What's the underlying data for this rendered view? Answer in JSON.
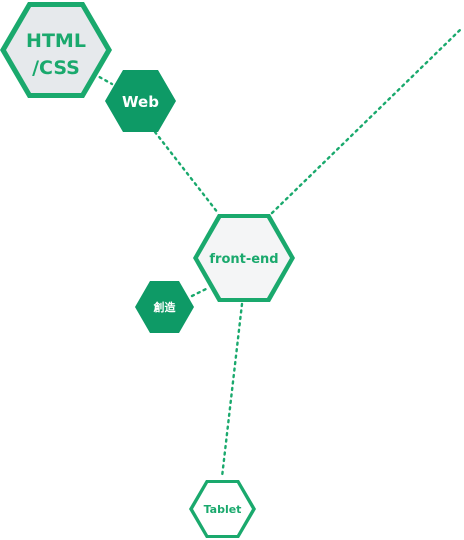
{
  "theme": {
    "green": "#1aa96d",
    "dark_green": "#0e9a66",
    "light_fill": "#f4f5f6",
    "gray_fill": "#e6e9ec",
    "white": "#ffffff"
  },
  "nodes": {
    "html_css": {
      "line1": "HTML",
      "line2": "/CSS"
    },
    "web": {
      "label": "Web"
    },
    "front_end": {
      "label": "front-end"
    },
    "souzou": {
      "label": "創造"
    },
    "tablet": {
      "label": "Tablet"
    }
  }
}
